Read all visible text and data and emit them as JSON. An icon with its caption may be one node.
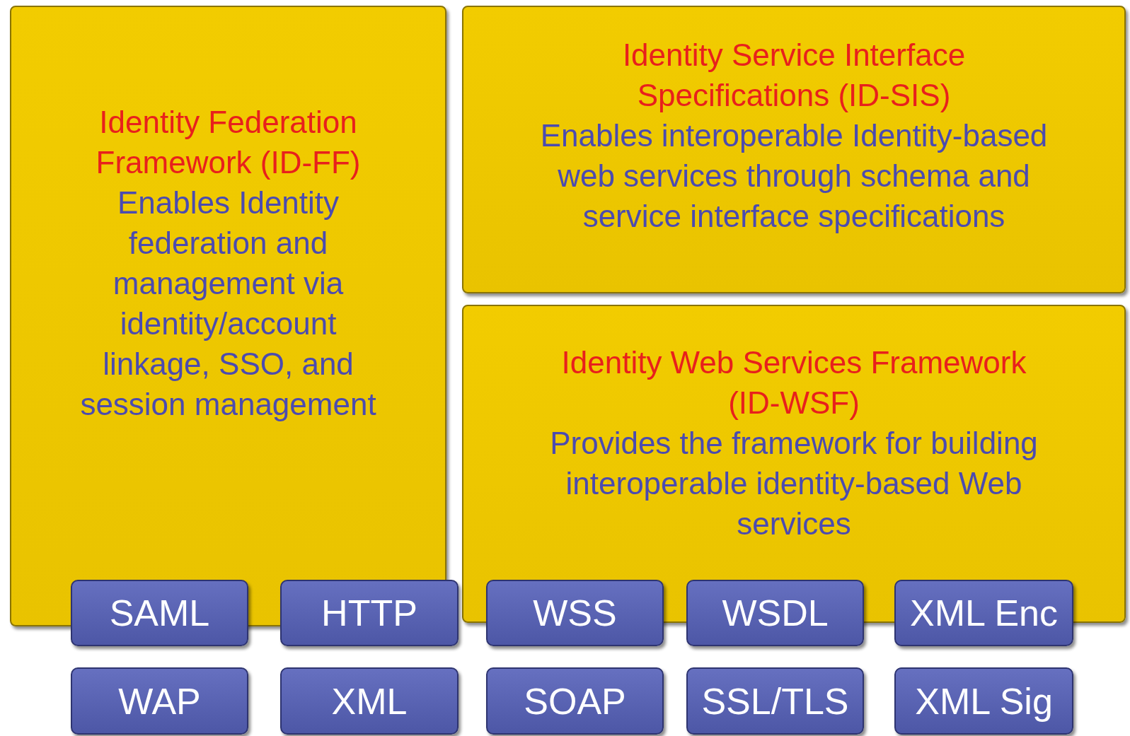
{
  "diagram": {
    "nodes": [
      {
        "text": [
          "Identity Federation Framework (ID-FF)",
          "Enables Identity federation and management via identity/account linkage, SSO, and session management"
        ]
      },
      {
        "text": [
          "Identity Service Interface Specifications (ID-SIS)",
          "Enables interoperable Identity-based web services through schema and service interface specifications"
        ]
      },
      {
        "text": [
          "Identity Web Services Framework (ID-WSF)",
          "Provides the framework for building interoperable identity-based Web services"
        ]
      },
      {
        "text": [
          "SAML"
        ]
      },
      {
        "text": [
          "HTTP"
        ]
      },
      {
        "text": [
          "WSS"
        ]
      },
      {
        "text": [
          "WSDL"
        ]
      },
      {
        "text": [
          "XML Enc"
        ]
      },
      {
        "text": [
          "WAP"
        ]
      },
      {
        "text": [
          "XML"
        ]
      },
      {
        "text": [
          "SOAP"
        ]
      },
      {
        "text": [
          "SSL/TLS"
        ]
      },
      {
        "text": [
          "XML Sig"
        ]
      }
    ]
  }
}
